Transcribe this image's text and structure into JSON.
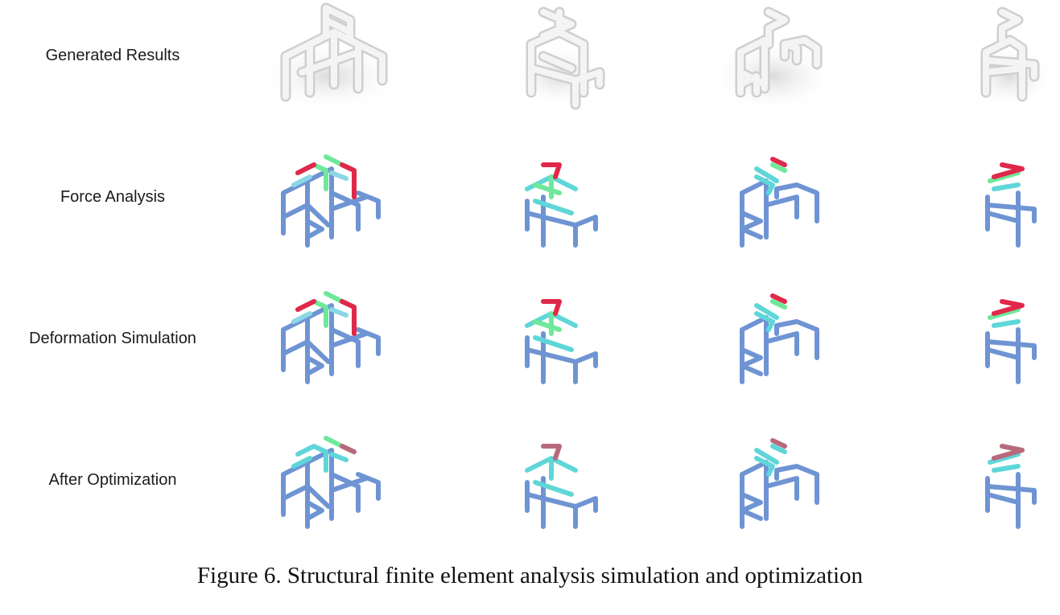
{
  "row_labels": [
    "Generated Results",
    "Force Analysis",
    "Deformation Simulation",
    "After Optimization"
  ],
  "caption": "Figure 6. Structural finite element analysis simulation and optimization",
  "colors": {
    "base_blue": "#6f94d3",
    "mid_cyan": "#5fd6d8",
    "green": "#6ee89a",
    "red": "#e0284a",
    "white_model": "#f2f2f2",
    "white_edge": "#cfcfcf"
  }
}
